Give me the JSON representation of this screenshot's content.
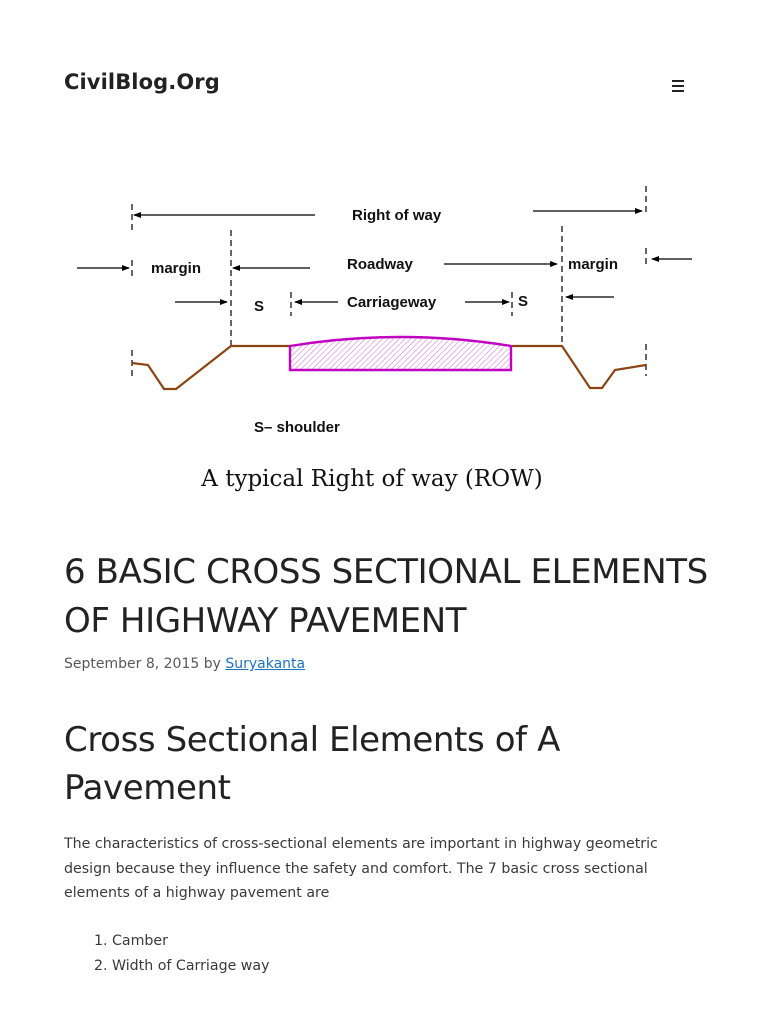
{
  "header": {
    "site_title": "CivilBlog.Org",
    "menu_icon": "hamburger-menu-icon"
  },
  "figure": {
    "labels": {
      "right_of_way": "Right of way",
      "margin_left": "margin",
      "margin_right": "margin",
      "roadway": "Roadway",
      "carriageway": "Carriageway",
      "s_left": "S",
      "s_right": "S",
      "shoulder_note": "S– shoulder"
    },
    "caption": "A typical Right of way (ROW)",
    "colors": {
      "ground_profile": "#8b4513",
      "pavement": "#c000c0",
      "lines": "#000000"
    }
  },
  "article": {
    "title": "6 BASIC CROSS SECTIONAL ELEMENTS OF HIGHWAY PAVEMENT",
    "date": "September 8, 2015",
    "by": "by",
    "author": "Suryakanta",
    "section_heading": "Cross Sectional Elements of A Pavement",
    "intro": "The characteristics of cross-sectional elements are important in highway geometric design because they influence the safety and comfort. The 7 basic cross sectional elements of a highway pavement are",
    "elements": [
      "Camber",
      "Width of Carriage way"
    ]
  },
  "colors": {
    "link": "#1e73be",
    "text": "#222222",
    "meta": "#575760"
  }
}
